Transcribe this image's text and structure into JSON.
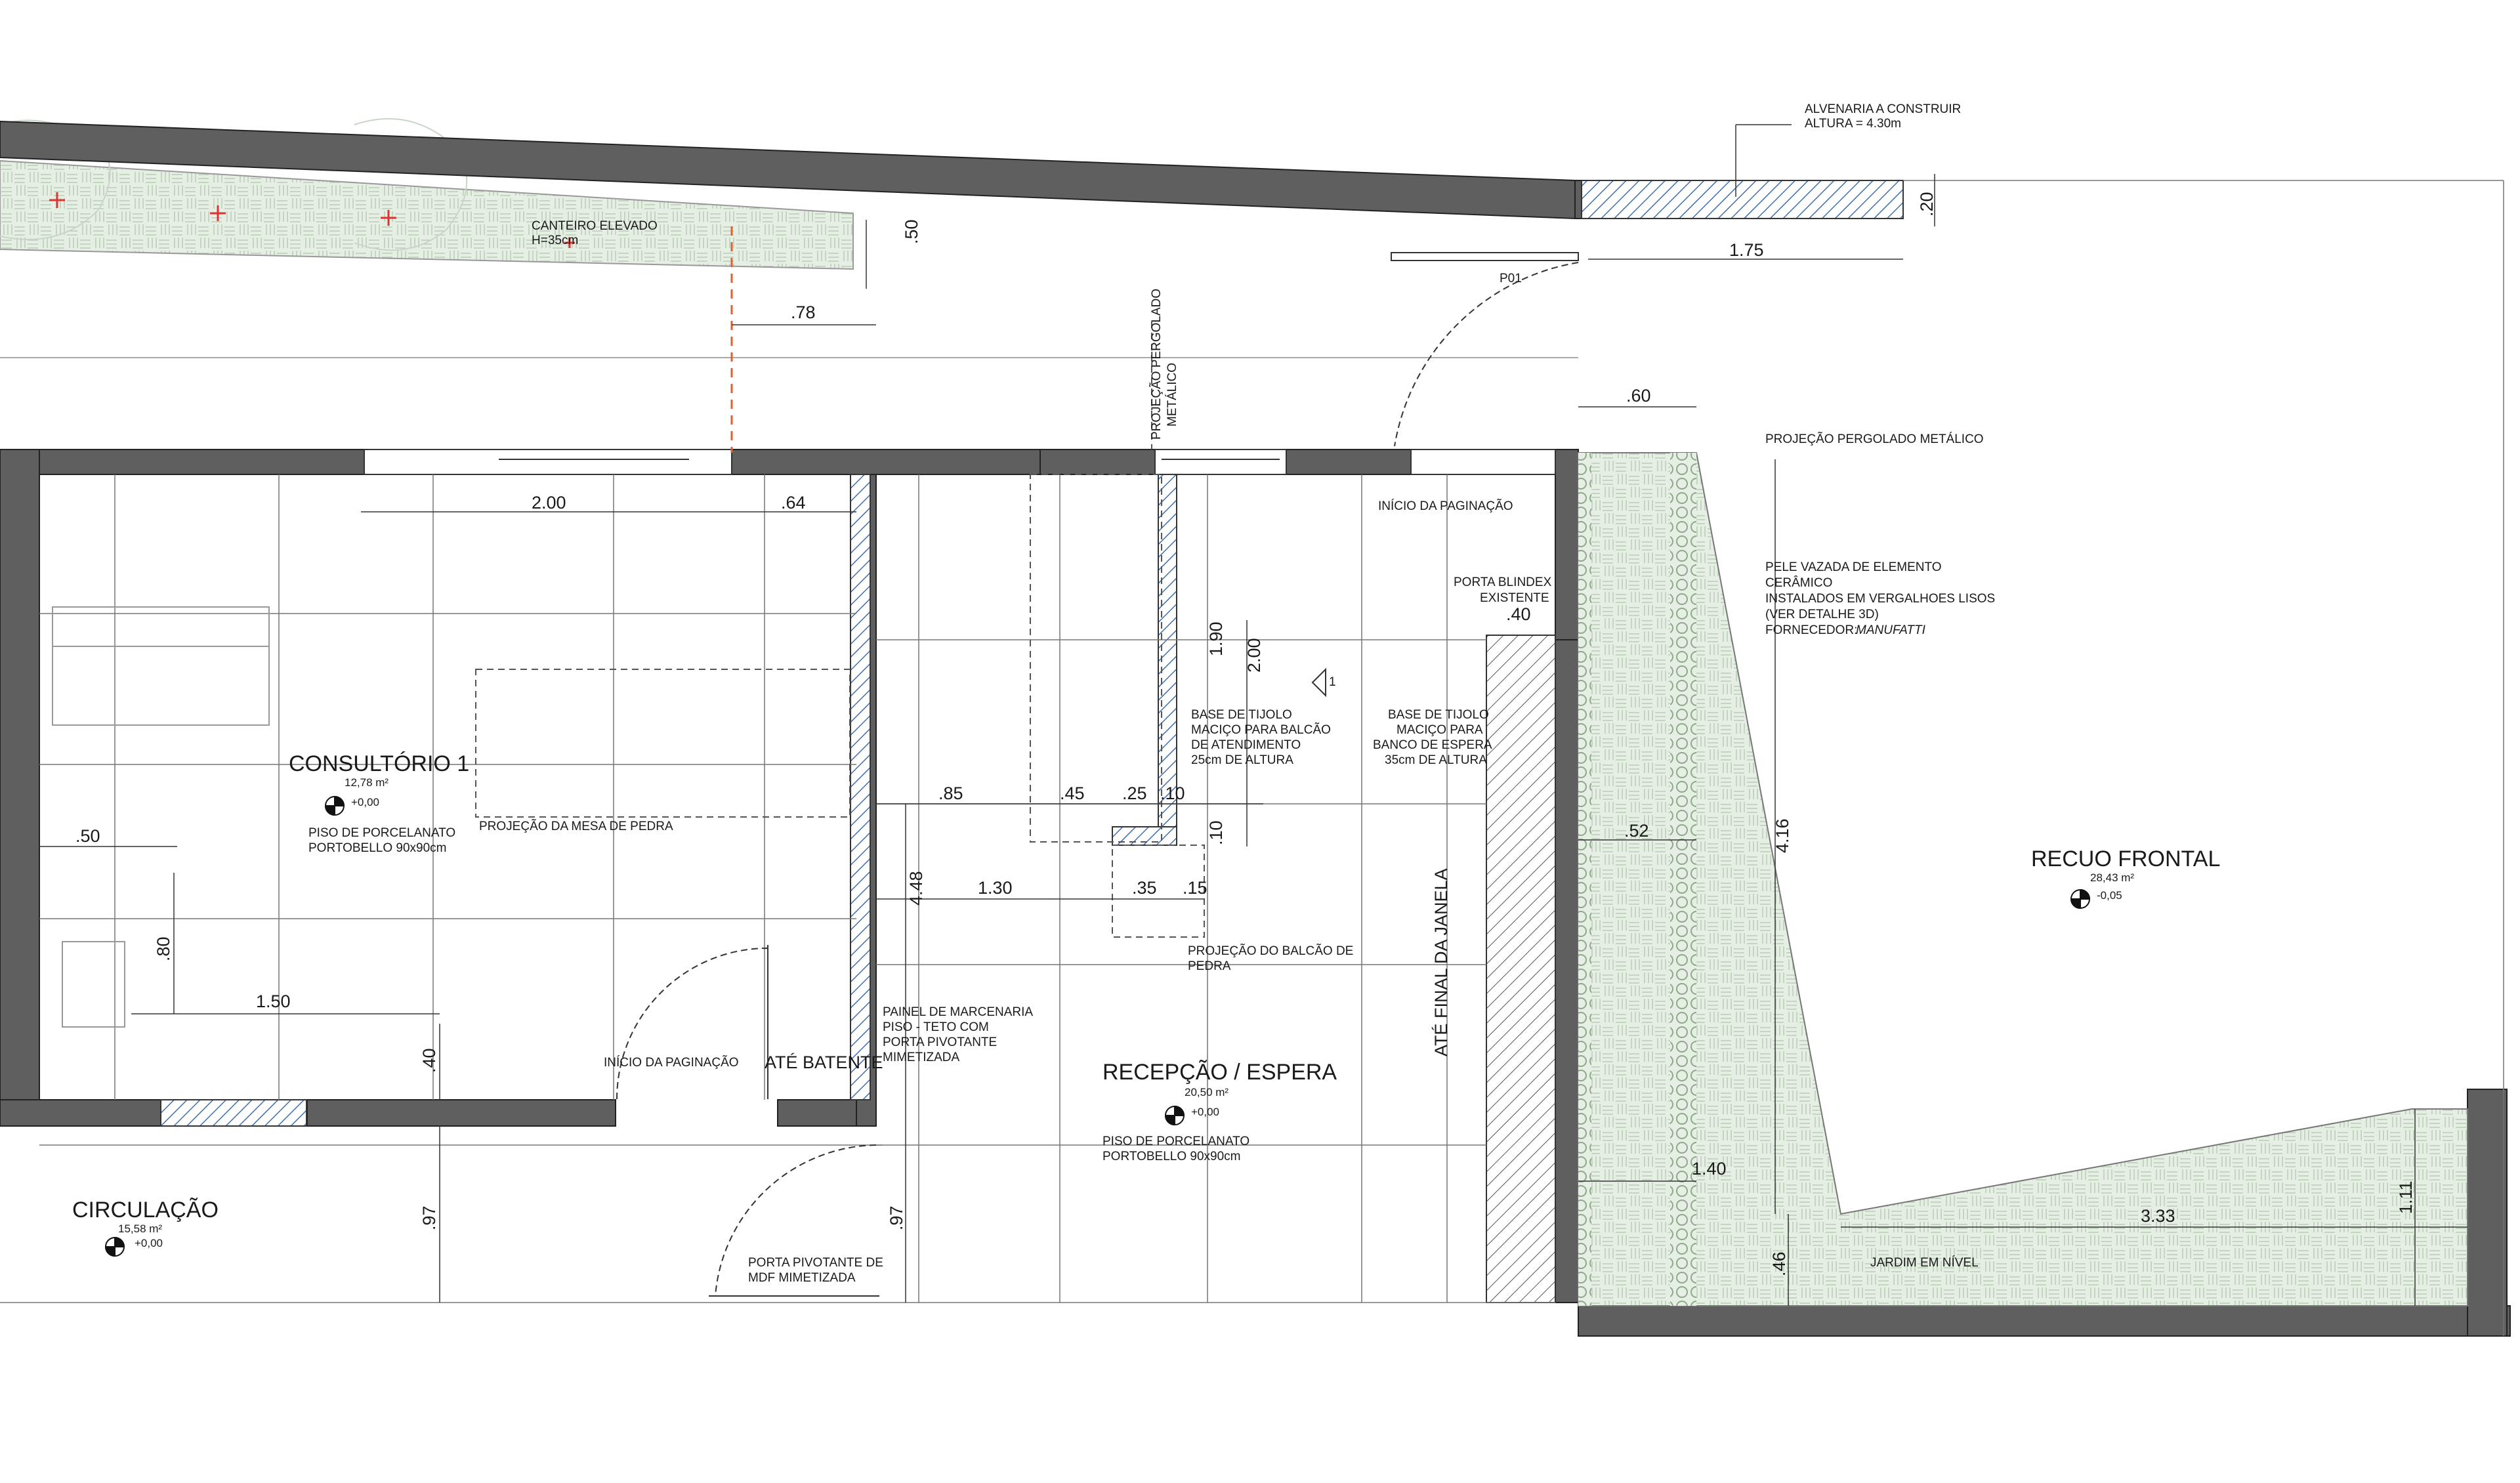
{
  "colors": {
    "wall": "#5f5f5f",
    "garden": "#e6efe4",
    "hatch": "#3f6fb0",
    "dashed_red": "#e06030",
    "line": "#333333"
  },
  "rooms": {
    "consultorio": {
      "name": "CONSULTÓRIO 1",
      "area": "12,78 m²",
      "level": "+0,00",
      "floor1": "PISO DE PORCELANATO",
      "floor2": "PORTOBELLO 90x90cm"
    },
    "recepcao": {
      "name": "RECEPÇÃO / ESPERA",
      "area": "20,50 m²",
      "level": "+0,00",
      "floor1": "PISO DE PORCELANATO",
      "floor2": "PORTOBELLO 90x90cm"
    },
    "circulacao": {
      "name": "CIRCULAÇÃO",
      "area": "15,58 m²",
      "level": "+0,00"
    },
    "recuo": {
      "name": "RECUO FRONTAL",
      "area": "28,43 m²",
      "level": "-0,05"
    }
  },
  "notes": {
    "canteiro_1": "CANTEIRO ELEVADO",
    "canteiro_2": "H=35cm",
    "alvenaria_1": "ALVENARIA A CONSTRUIR",
    "alvenaria_2": "ALTURA = 4.30m",
    "door_tag": "P01",
    "pergolado_v1": "PROJEÇÃO PERGOLADO",
    "pergolado_v2": "METÁLICO",
    "pergolado_h": "PROJEÇÃO PERGOLADO METÁLICO",
    "inicio_pag_1": "INÍCIO DA PAGINAÇÃO",
    "inicio_pag_2": "INÍCIO DA PAGINAÇÃO",
    "blindex_1": "PORTA BLINDEX",
    "blindex_2": "EXISTENTE",
    "pele_1": "PELE VAZADA DE ELEMENTO",
    "pele_2": "CERÂMICO",
    "pele_3": "INSTALADOS EM VERGALHOES LISOS",
    "pele_4": "(VER DETALHE 3D)",
    "pele_5": "FORNECEDOR: ",
    "pele_6": "MANUFATTI",
    "balcao_1": "BASE DE TIJOLO",
    "balcao_2": "MACIÇO PARA BALCÃO",
    "balcao_3": "DE ATENDIMENTO",
    "balcao_4": "25cm DE ALTURA",
    "banco_1": "BASE DE TIJOLO",
    "banco_2": "MACIÇO PARA",
    "banco_3": "BANCO DE ESPERA",
    "banco_4": "35cm DE ALTURA",
    "mesa": "PROJEÇÃO DA MESA DE PEDRA",
    "proj_balcao_1": "PROJEÇÃO DO BALCÃO DE",
    "proj_balcao_2": "PEDRA",
    "painel_1": "PAINEL DE MARCENARIA",
    "painel_2": "PISO - TETO COM",
    "painel_3": "PORTA PIVOTANTE",
    "painel_4": "MIMETIZADA",
    "ate_batente": "ATÉ BATENTE",
    "ate_janela": "ATÉ FINAL DA JANELA",
    "porta_piv_1": "PORTA PIVOTANTE DE",
    "porta_piv_2": "MDF MIMETIZADA",
    "jardim": "JARDIM EM NÍVEL",
    "section_mark": "1"
  },
  "dims": {
    "d_50_top": ".50",
    "d_78": ".78",
    "d_20": ".20",
    "d_175": "1.75",
    "d_60": ".60",
    "d_200h": "2.00",
    "d_64": ".64",
    "d_40_blindex": ".40",
    "d_190": "1.90",
    "d_200v": "2.00",
    "d_85": ".85",
    "d_45": ".45",
    "d_25": ".25",
    "d_10a": ".10",
    "d_10b": ".10",
    "d_130": "1.30",
    "d_35": ".35",
    "d_15": ".15",
    "d_448": "4.48",
    "d_52": ".52",
    "d_416": "4.16",
    "d_50_left": ".50",
    "d_80": ".80",
    "d_150": "1.50",
    "d_40_left": ".40",
    "d_97a": ".97",
    "d_97b": ".97",
    "d_140": "1.40",
    "d_333": "3.33",
    "d_46": ".46",
    "d_111": "1.11"
  }
}
